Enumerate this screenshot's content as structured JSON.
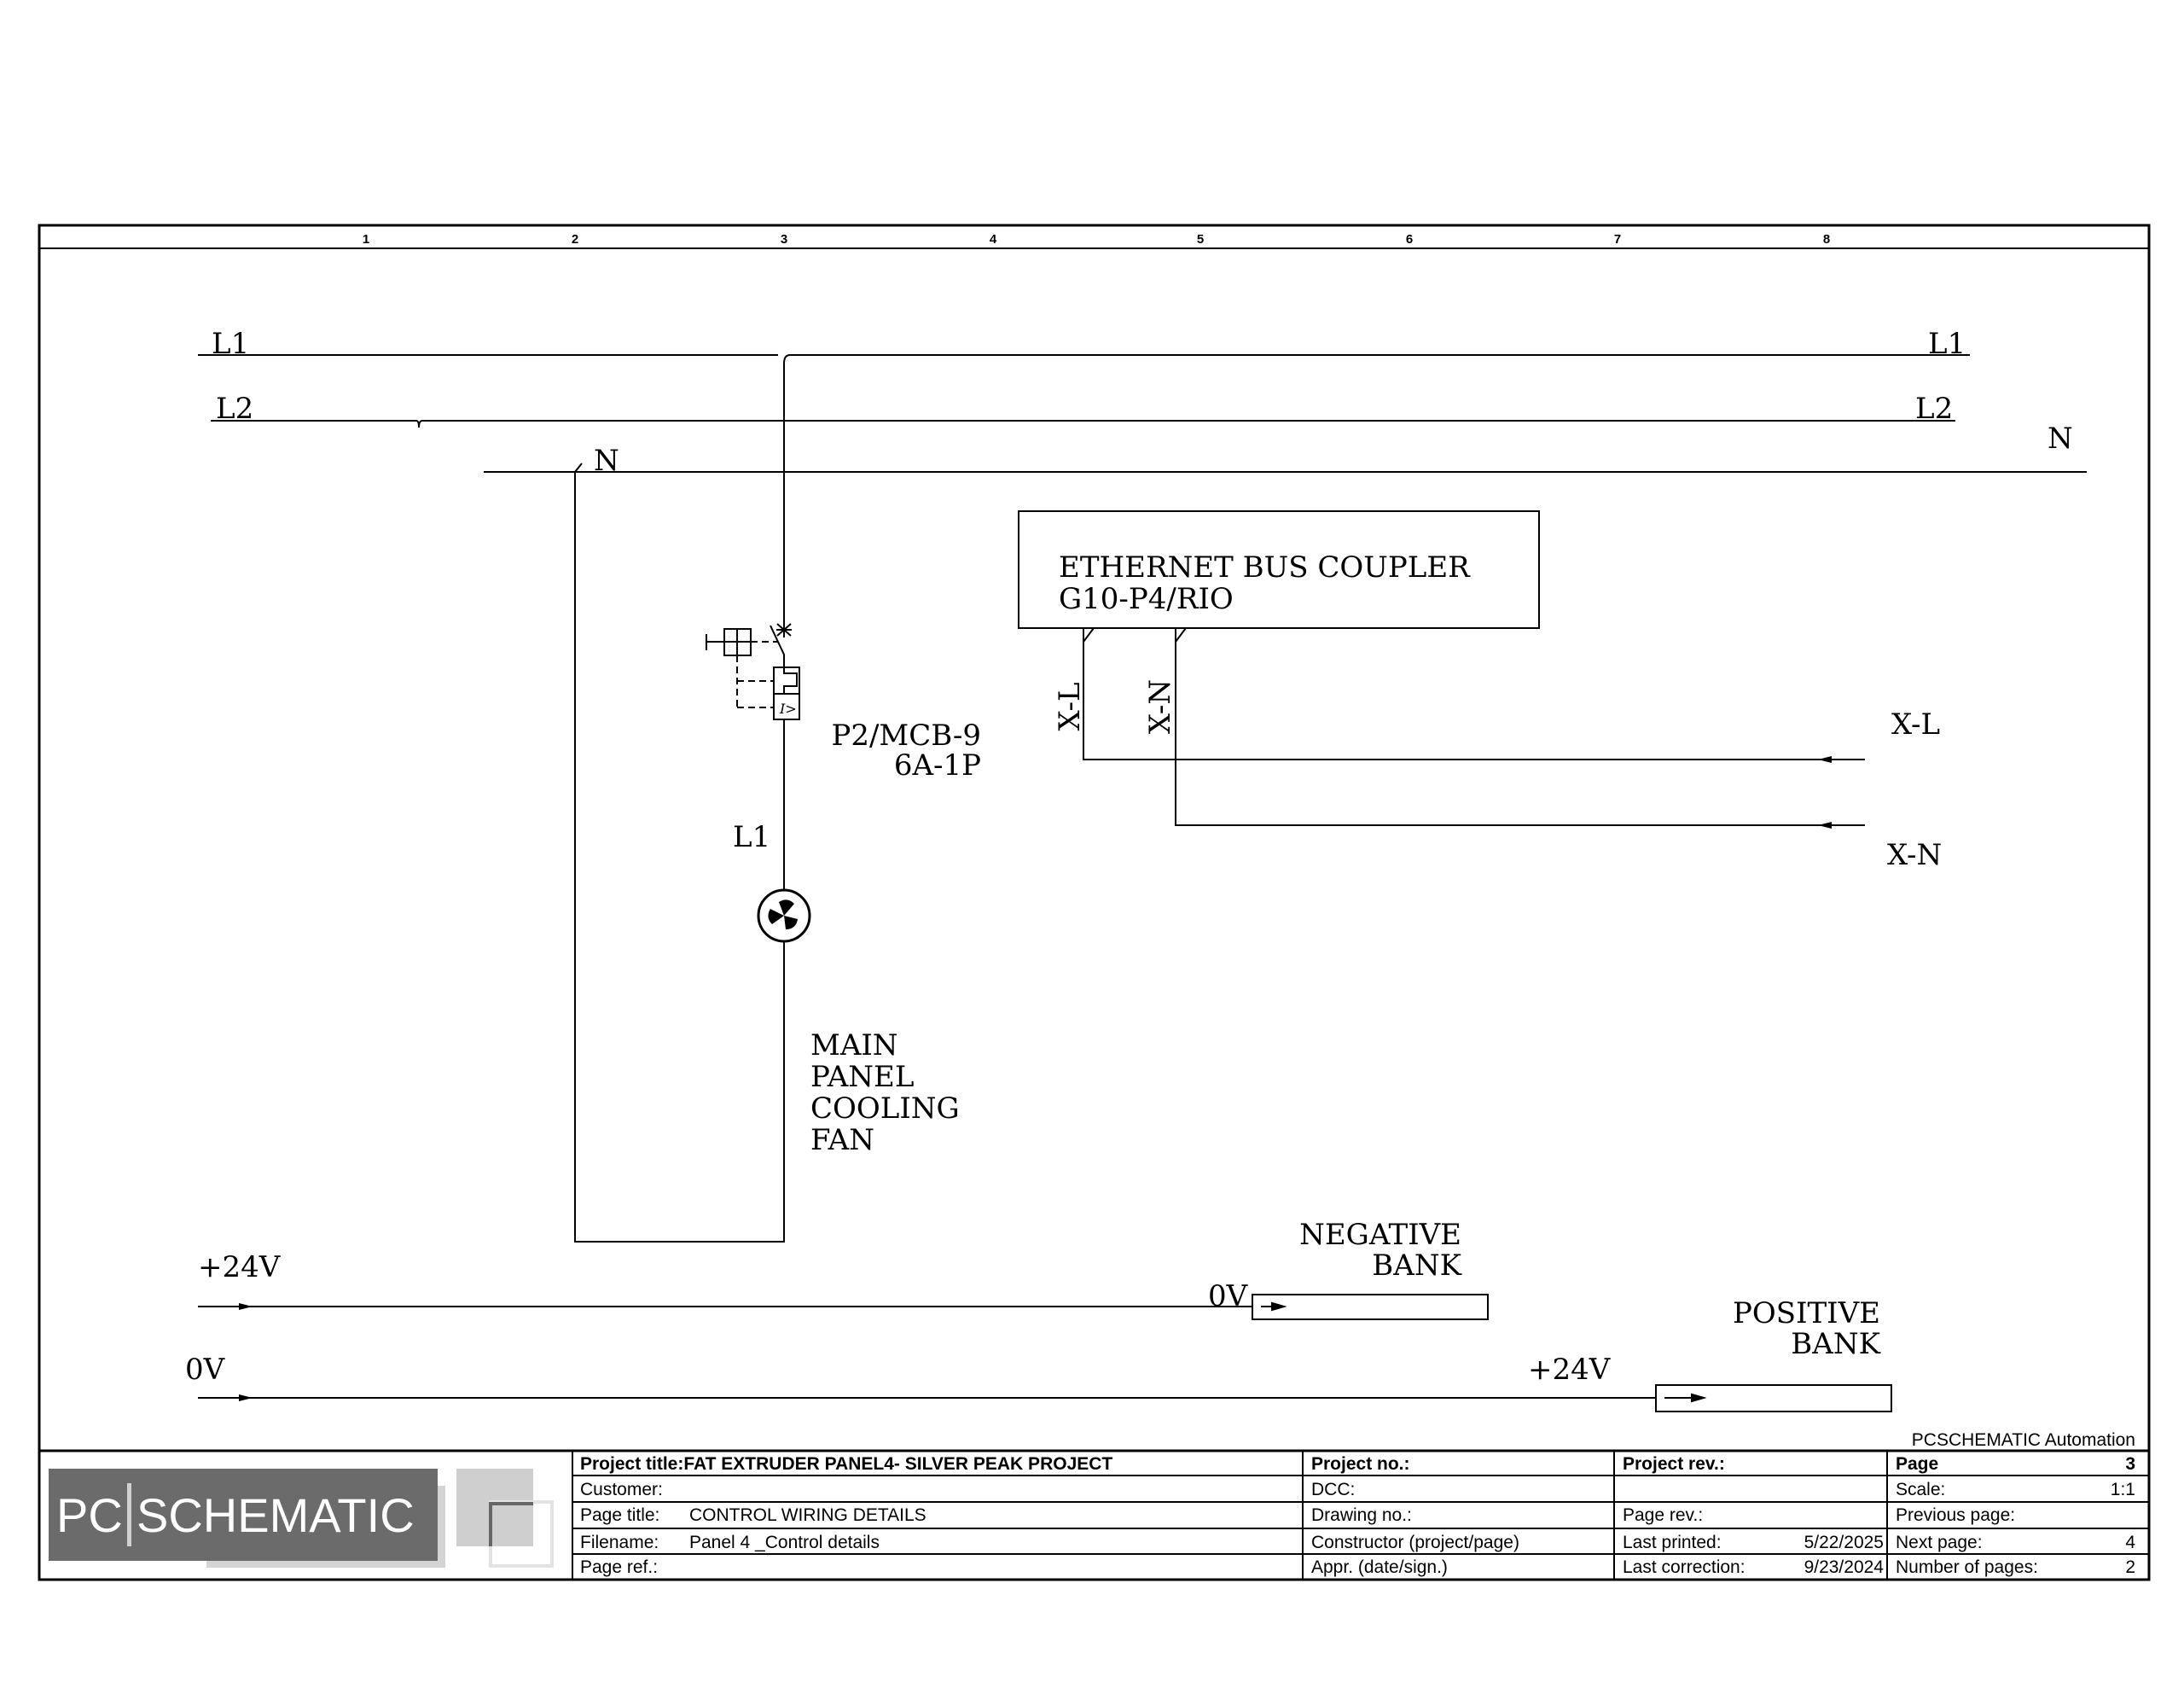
{
  "columns": [
    "1",
    "2",
    "3",
    "4",
    "5",
    "6",
    "7",
    "8"
  ],
  "busbars": {
    "l1_left": "L1",
    "l1_right": "L1",
    "l2_left": "L2",
    "l2_right": "L2",
    "n_drop": "N",
    "n_right": "N"
  },
  "breaker": {
    "tag": "P2/MCB-9",
    "rating": "6A-1P",
    "symbol": "I>"
  },
  "fan": {
    "supply_label": "L1",
    "name_lines": [
      "MAIN",
      "PANEL",
      "COOLING",
      "FAN"
    ]
  },
  "coupler": {
    "title": "ETHERNET BUS  COUPLER",
    "tag": "G10-P4/RIO",
    "terminal_l": "X-L",
    "terminal_n": "X-N",
    "ref_l": "X-L",
    "ref_n": "X-N"
  },
  "dc": {
    "p24_label": "+24V",
    "neg_bank_ref": "0V",
    "neg_bank": [
      "NEGATIVE",
      "BANK"
    ],
    "ov_label": "0V",
    "pos_bank_ref": "+24V",
    "pos_bank": [
      "POSITIVE",
      "BANK"
    ]
  },
  "company": "PCSCHEMATIC Automation",
  "logo": {
    "left": "PC",
    "right": "SCHEMATIC"
  },
  "title_block": {
    "project_title": "Project title:FAT EXTRUDER PANEL4- SILVER PEAK PROJECT",
    "customer": "Customer:",
    "page_title_label": "Page title:",
    "page_title": "CONTROL  WIRING DETAILS",
    "filename_label": "Filename:",
    "filename": "Panel 4 _Control details",
    "page_ref": "Page ref.:",
    "project_no": "Project no.:",
    "dcc": "DCC:",
    "drawing_no": "Drawing no.:",
    "constructor": "Constructor (project/page)",
    "approval": "Appr. (date/sign.)",
    "project_rev": "Project rev.:",
    "page_rev": "Page rev.:",
    "last_printed_label": "Last printed:",
    "last_printed": "5/22/2025",
    "last_correction_label": "Last correction:",
    "last_correction": "9/23/2024",
    "page_label": "Page",
    "page": "3",
    "scale_label": "Scale:",
    "scale": "1:1",
    "previous_page_label": "Previous page:",
    "next_page_label": "Next page:",
    "next_page": "4",
    "number_of_pages_label": "Number of pages:",
    "number_of_pages": "2"
  }
}
